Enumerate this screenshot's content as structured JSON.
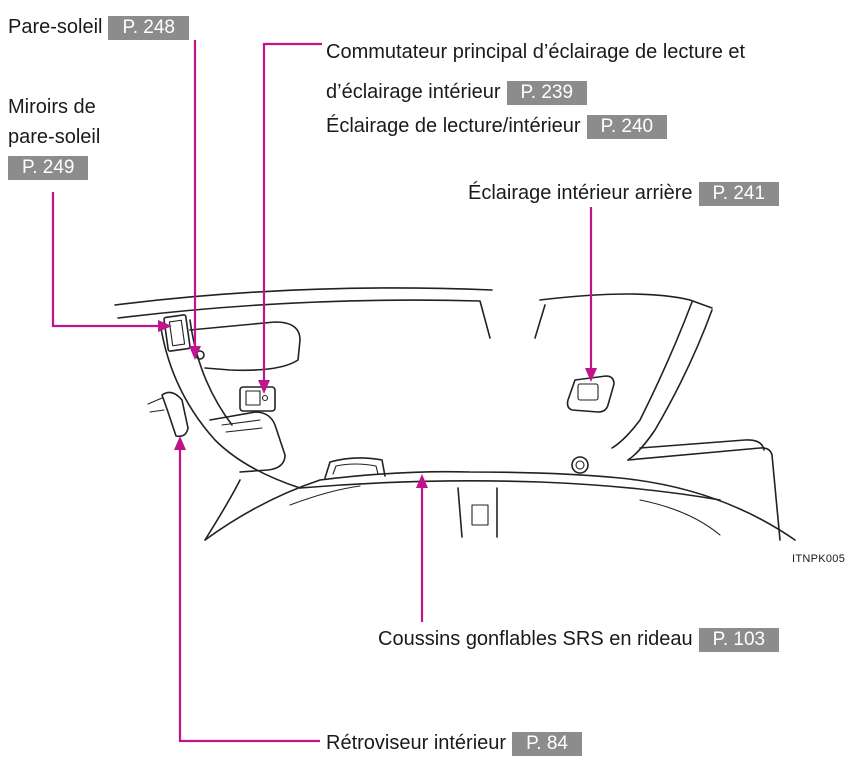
{
  "labels": {
    "sun_visor": {
      "text": "Pare-soleil",
      "ref": "P. 248"
    },
    "vanity_mirror": {
      "line1": "Miroirs de",
      "line2": "pare-soleil",
      "ref": "P. 249"
    },
    "main_switch": {
      "line1": "Commutateur principal d’éclairage de lecture et",
      "line2": "d’éclairage intérieur",
      "ref": "P. 239"
    },
    "reading_light": {
      "text": "Éclairage de lecture/intérieur",
      "ref": "P. 240"
    },
    "rear_light": {
      "text": "Éclairage intérieur arrière",
      "ref": "P. 241"
    },
    "curtain_airbag": {
      "text": "Coussins gonflables SRS en rideau",
      "ref": "P. 103"
    },
    "rear_view_mirror": {
      "text": "Rétroviseur intérieur",
      "ref": "P. 84"
    }
  },
  "figure_code": "ITNPK005",
  "colors": {
    "leader_line": "#c0158a",
    "ref_badge": "#8c8c8c"
  }
}
